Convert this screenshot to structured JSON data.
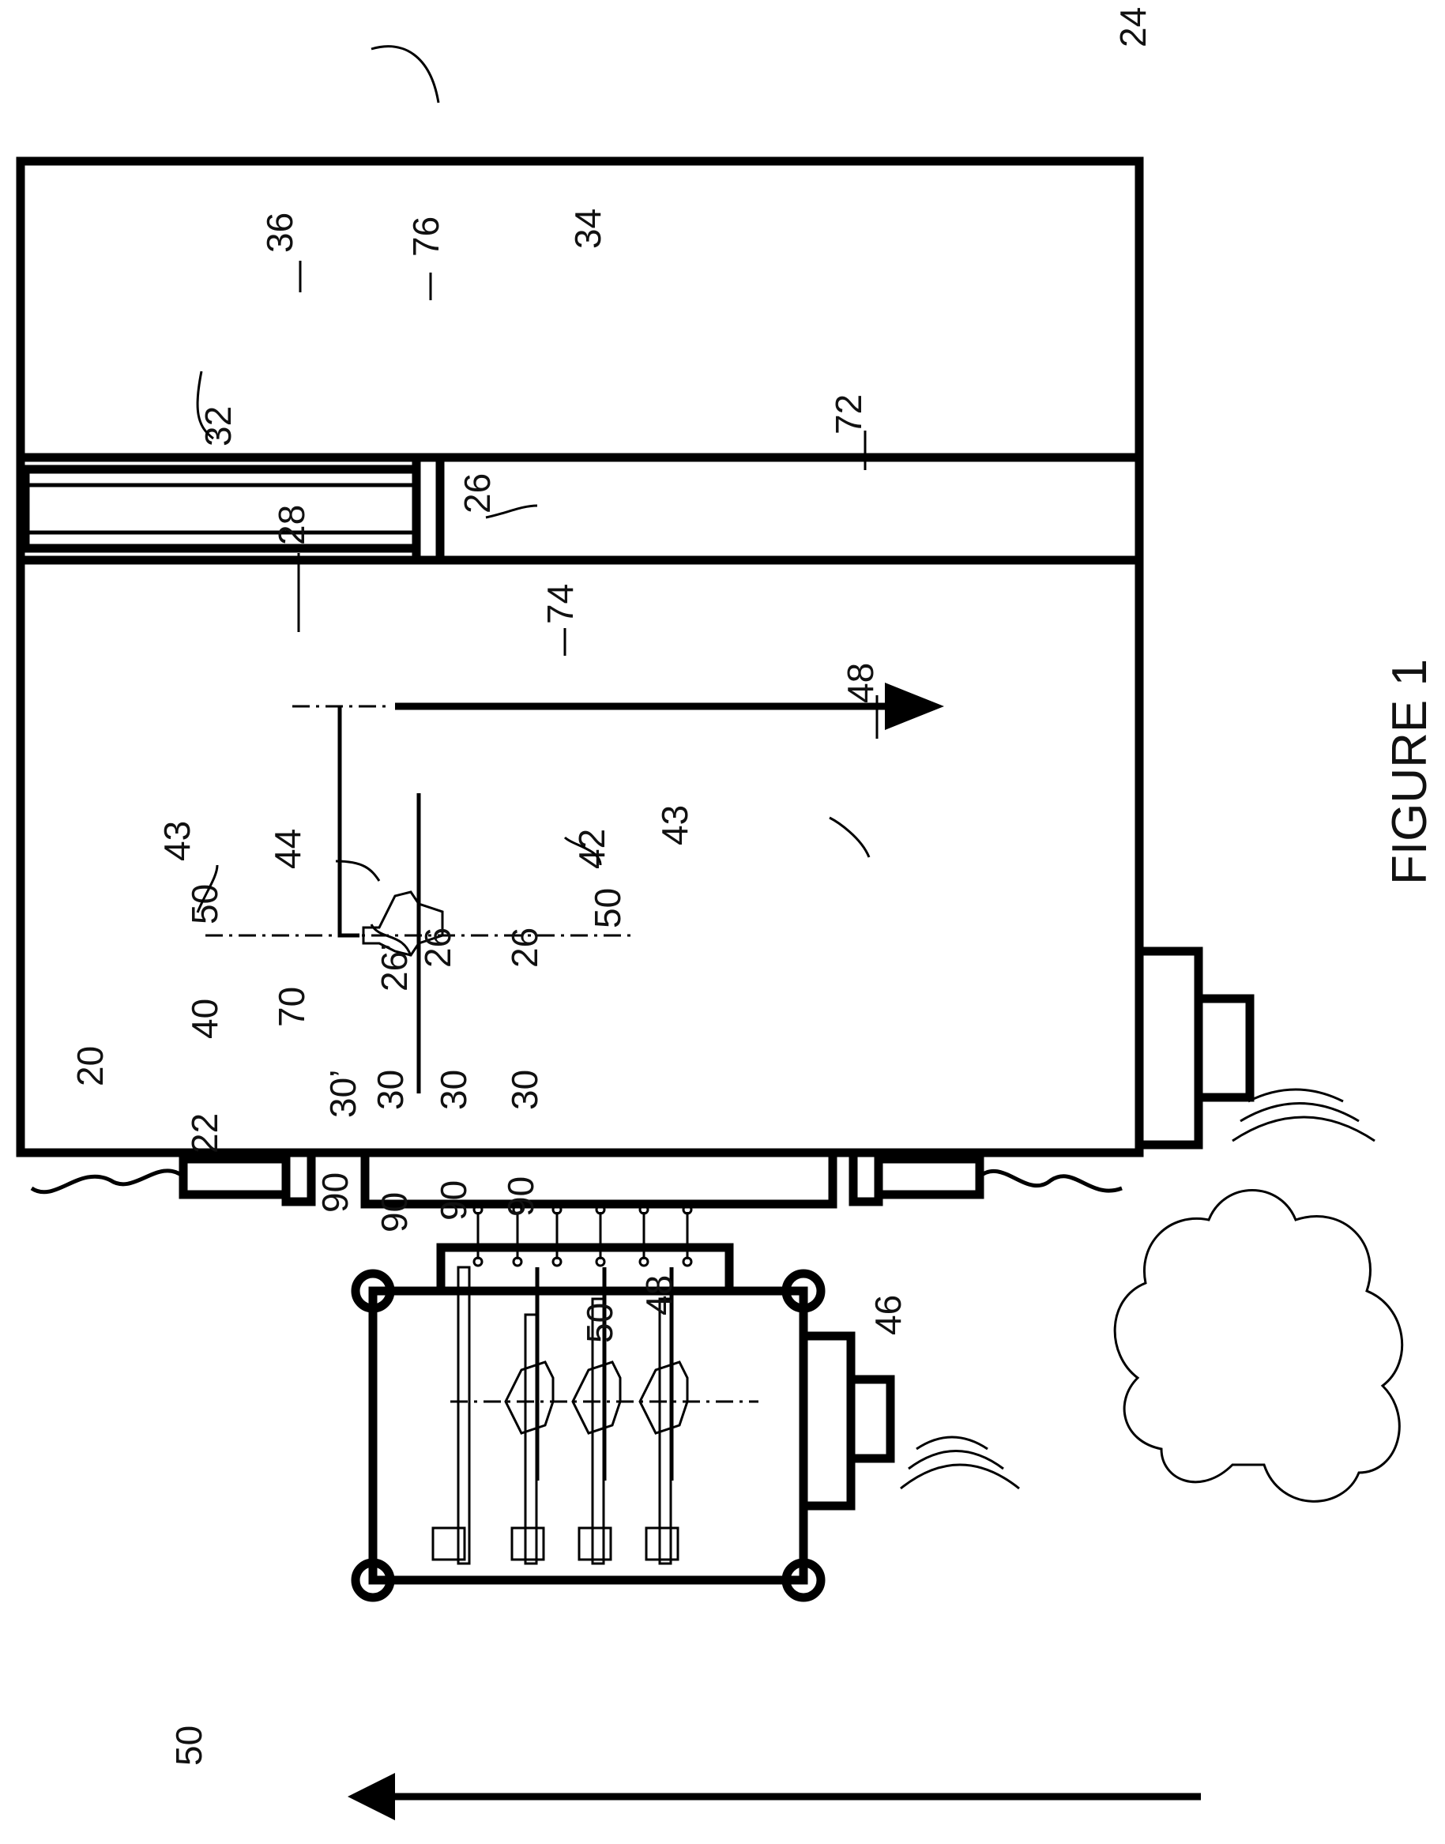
{
  "figure": {
    "caption": "FIGURE 1",
    "labels": {
      "system": "20",
      "cart": "22",
      "station": "24",
      "rotor": "26",
      "rotor_prime": "26’",
      "arm": "28",
      "holder": "30",
      "holder_prime": "30’",
      "rack": "32",
      "compartment": "34",
      "shelf": "36",
      "cart_wall": "40",
      "dock_port": "42",
      "dock_latch": "43",
      "cart_connector": "44",
      "cloud": "46",
      "wireless": "48",
      "wheel": "50",
      "axis": "70",
      "direction": "72",
      "rotor_axis": "74",
      "door": "76",
      "clamp": "90"
    }
  }
}
